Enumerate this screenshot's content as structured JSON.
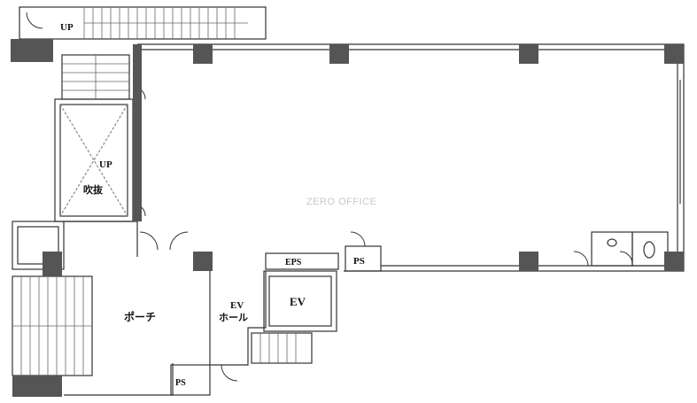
{
  "plan": {
    "watermark": "ZERO OFFICE",
    "labels": {
      "up_top": "UP",
      "up_stair": "UP",
      "void": "吹抜",
      "porch": "ポーチ",
      "ev_hall_1": "EV",
      "ev_hall_2": "ホール",
      "ev": "EV",
      "eps": "EPS",
      "ps_upper": "PS",
      "ps_lower": "PS"
    }
  }
}
